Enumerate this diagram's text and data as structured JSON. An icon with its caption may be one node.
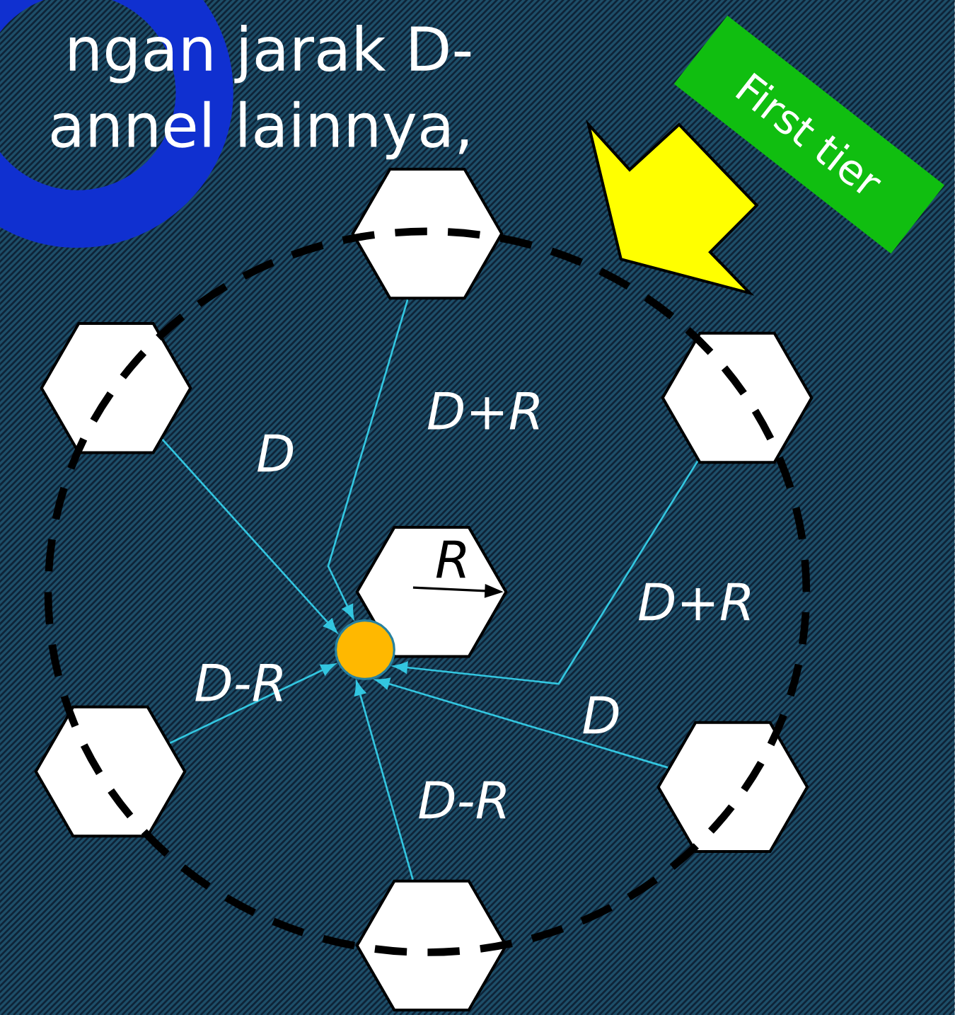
{
  "diagram": {
    "nodes": [
      {
        "text": [],
        "shape": "hexagon"
      },
      {
        "text": [],
        "shape": "hexagon"
      },
      {
        "text": [],
        "shape": "hexagon"
      },
      {
        "text": [],
        "shape": "hexagon"
      },
      {
        "text": [],
        "shape": "hexagon"
      },
      {
        "text": [],
        "shape": "hexagon"
      },
      {
        "text": [],
        "shape": "hexagon"
      },
      {
        "text": [],
        "shape": "circle"
      },
      {
        "text": [
          "First tier"
        ]
      }
    ],
    "edges": [
      {
        "from": 5,
        "to": 7,
        "arrow": "to",
        "label": "D"
      },
      {
        "from": 0,
        "to": 7,
        "arrow": "to",
        "label": "D+R"
      },
      {
        "from": 1,
        "to": 7,
        "arrow": "to",
        "label": "D+R"
      },
      {
        "from": 2,
        "to": 7,
        "arrow": "to",
        "label": "D"
      },
      {
        "from": 3,
        "to": 7,
        "arrow": "to",
        "label": "D-R"
      },
      {
        "from": 4,
        "to": 7,
        "arrow": "to",
        "label": "D-R"
      },
      {
        "from": 8,
        "to": null,
        "arrow": "to",
        "style": "thick",
        "color": "#ffff00"
      }
    ],
    "labels": [
      "ngan jarak D-",
      "annel lainnya,",
      "R"
    ]
  }
}
